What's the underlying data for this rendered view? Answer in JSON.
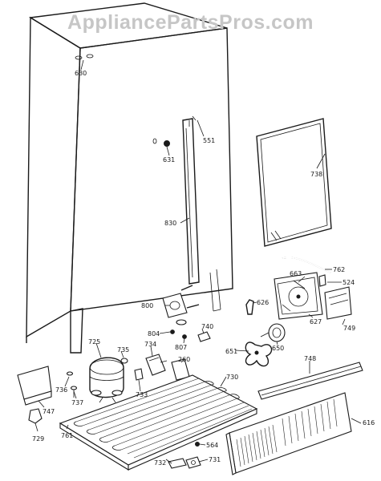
{
  "watermark": "AppliancePartsPros.com",
  "labels": {
    "l630": "630",
    "l551": "551",
    "l631": "631",
    "l738": "738",
    "l830": "830",
    "l762": "762",
    "l663": "663",
    "l524": "524",
    "l800": "800",
    "l626": "626",
    "l804": "804",
    "l740": "740",
    "l807": "807",
    "l627": "627",
    "l749": "749",
    "l725": "725",
    "l735": "735",
    "l734": "734",
    "l651": "651",
    "l650": "650",
    "l260": "260",
    "l736": "736",
    "l737": "737",
    "l730": "730",
    "l748": "748",
    "l733": "733",
    "l747": "747",
    "l729": "729",
    "l616": "616",
    "l761": "761",
    "l564": "564",
    "l732": "732",
    "l731": "731"
  }
}
